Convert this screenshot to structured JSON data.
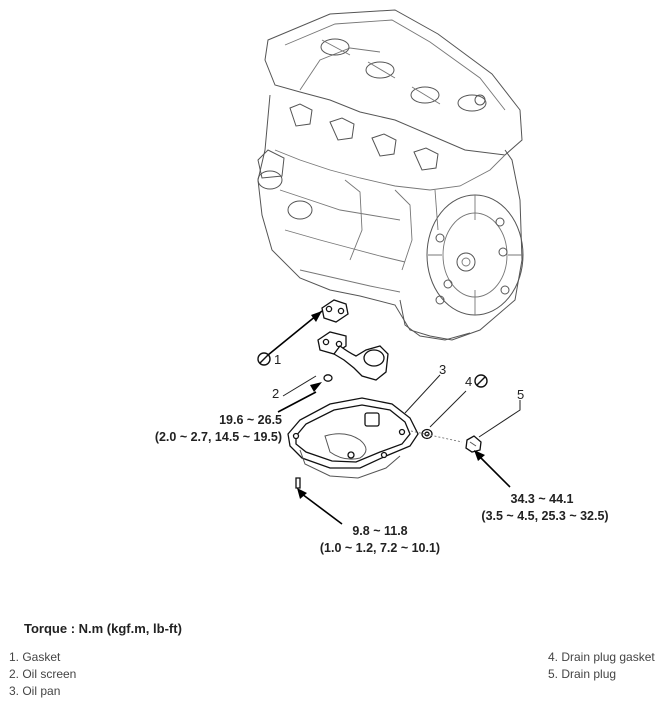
{
  "diagram": {
    "callouts": {
      "c1": "1",
      "c2": "2",
      "c3": "3",
      "c4": "4",
      "c5": "5"
    },
    "torque_oil_screen": {
      "line1": "19.6 ~ 26.5",
      "line2": "(2.0 ~ 2.7, 14.5 ~ 19.5)"
    },
    "torque_drain_plug": {
      "line1": "34.3 ~ 44.1",
      "line2": "(3.5 ~ 4.5, 25.3 ~ 32.5)"
    },
    "torque_oil_pan": {
      "line1": "9.8 ~ 11.8",
      "line2": "(1.0 ~ 1.2, 7.2 ~ 10.1)"
    },
    "no_reuse_icon": "prohibited-icon"
  },
  "torque_heading": "Torque : N.m (kgf.m, lb-ft)",
  "legend": {
    "left": [
      "1. Gasket",
      "2. Oil screen",
      "3. Oil pan"
    ],
    "right": [
      "4. Drain plug gasket",
      "5. Drain plug"
    ]
  }
}
